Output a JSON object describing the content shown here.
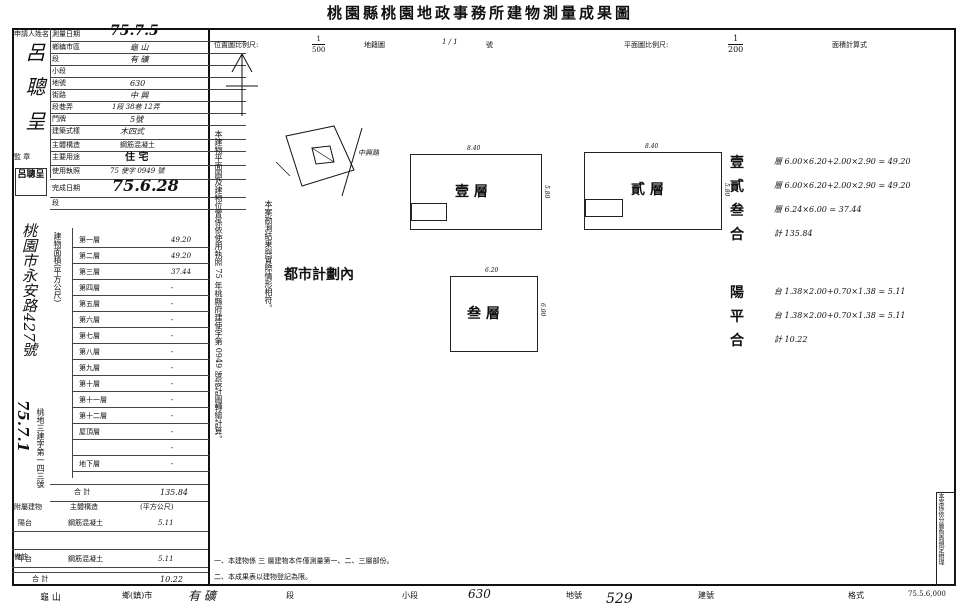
{
  "header": {
    "title": "桃園縣桃園地政事務所建物測量成果圖"
  },
  "top_bar": {
    "position_scale_label": "位置圖比例尺:",
    "position_scale_num": "1",
    "position_scale_den": "500",
    "landmark_label": "地籍圖",
    "landmark_hand": "1 / 1",
    "landmark_suffix": "號",
    "plan_scale_label": "平面圖比例尺:",
    "plan_scale_num": "1",
    "plan_scale_den": "200",
    "area_calc_label": "面積計算式"
  },
  "left_panel": {
    "applicant_label": "申請人姓名",
    "applicant_name": "呂 聰 呈",
    "owner_label": "監 章",
    "seal_text": "呂聰呈",
    "apply_date_label": "測量日期",
    "apply_date_value": "75.7.5",
    "township_label": "鄉鎮市區",
    "township_value": "龜 山",
    "section_label": "段",
    "section_value": "有 礦",
    "subsection_label": "小段",
    "land_no_label": "地號",
    "land_no_value": "630",
    "street_label": "街路",
    "street_value": "中 興",
    "lane_label": "段巷弄",
    "lane_value": "1段 38巷 12弄",
    "door_label": "門牌",
    "door_value": "5號",
    "structure_label": "建築式樣",
    "structure_value": "木四式",
    "material_label": "主體構造",
    "material_value": "鋼筋混凝土",
    "use_label": "主要用途",
    "use_value": "住 宅",
    "permit_label": "使用執照",
    "permit_value": "75 使字 0949 號",
    "completion_date_label": "完成日期",
    "completion_date_value": "75.6.28",
    "district_label": "段",
    "address_vertical": "桃園市永安路427號",
    "floors": [
      {
        "label": "第一層",
        "value": "49.20"
      },
      {
        "label": "第二層",
        "value": "49.20"
      },
      {
        "label": "第三層",
        "value": "37.44"
      },
      {
        "label": "第四層",
        "value": "-"
      },
      {
        "label": "第五層",
        "value": "-"
      },
      {
        "label": "第六層",
        "value": "-"
      },
      {
        "label": "第七層",
        "value": "-"
      },
      {
        "label": "第八層",
        "value": "-"
      },
      {
        "label": "第九層",
        "value": "-"
      },
      {
        "label": "第十層",
        "value": "-"
      },
      {
        "label": "第十一層",
        "value": "-"
      },
      {
        "label": "第十二層",
        "value": "-"
      },
      {
        "label": "屋頂層",
        "value": "-"
      },
      {
        "label": "",
        "value": "-"
      },
      {
        "label": "地下層",
        "value": "-"
      }
    ],
    "area_label": "建物面積(平方公尺)",
    "total_label": "合 計",
    "total_value": "135.84",
    "vertical_date": "75.7.1",
    "vertical_side_text": "桃地三建字第一四三號",
    "accessory_label": "附屬建物",
    "accessory_struct_label": "主體構造",
    "accessory_col_head": "(平方公尺)",
    "accessory_rows": [
      {
        "label": "陽台",
        "struct": "鋼筋混凝土",
        "value": "5.11"
      },
      {
        "label": "",
        "struct": "",
        "value": ""
      },
      {
        "label": "平台",
        "struct": "鋼筋混凝土",
        "value": "5.11"
      }
    ],
    "accessory_total_label": "合 計",
    "accessory_total_value": "10.22",
    "note_label": "備註"
  },
  "mid_column": {
    "vertical_text": "本建物平面圖及建物位置係依使用執照 75 年桃縣府建使字第 0949 號設計圖轉繪計算。",
    "vertical_text_2": "本案勘測結果與實際情形相符。"
  },
  "site_plan": {
    "label": "都市計劃內",
    "road_label": "中興路"
  },
  "floor_plans": [
    {
      "name": "壹 層",
      "top_dim": "8.40",
      "side_dim": "5.80"
    },
    {
      "name": "貳 層",
      "top_dim": "8.40",
      "side_dim": "5.80"
    },
    {
      "name": "叁 層",
      "top_dim": "6.20",
      "side_dim": "6.00"
    }
  ],
  "summary": {
    "rows": [
      {
        "label": "壹",
        "text": "層 6.00×6.20+2.00×2.90 = 49.20"
      },
      {
        "label": "貳",
        "text": "層 6.00×6.20+2.00×2.90 = 49.20"
      },
      {
        "label": "叁",
        "text": "層 6.24×6.00 = 37.44"
      },
      {
        "label": "合",
        "text": "計 135.84"
      }
    ],
    "balcony_rows": [
      {
        "label": "陽",
        "text": "台 1.38×2.00+0.70×1.38 = 5.11"
      },
      {
        "label": "平",
        "text": "台 1.38×2.00+0.70×1.38 = 5.11"
      },
      {
        "label": "合",
        "text": "計 10.22"
      }
    ]
  },
  "notes": {
    "line1": "一、本建物係 三 層建物本件僅測量第一、二、三層部份。",
    "line2": "二、本成果表以建物登記為限。"
  },
  "right_stamp": {
    "text": "本案係依分層負責規定辦理"
  },
  "footer": {
    "township": "龜  山",
    "township_suffix": "鄉(鎮)市",
    "section": "有 礦",
    "section_suffix": "段",
    "subsection_label": "小段",
    "land_no": "630",
    "land_suffix": "地號",
    "building_label": "建號",
    "building_no": "529",
    "form_label": "格式",
    "form_code": "75.5.6,000"
  }
}
